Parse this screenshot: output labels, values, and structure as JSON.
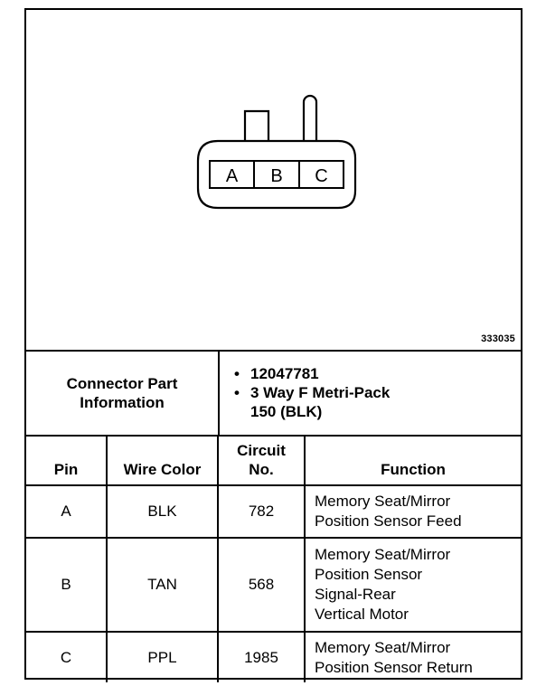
{
  "figure_number": "333035",
  "connector": {
    "pins": [
      "A",
      "B",
      "C"
    ]
  },
  "part_info": {
    "label_lines": [
      "Connector Part",
      "Information"
    ],
    "items": [
      [
        "12047781"
      ],
      [
        "3 Way F Metri-Pack",
        "150 (BLK)"
      ]
    ]
  },
  "table": {
    "headers": {
      "pin": "Pin",
      "wire_color": "Wire Color",
      "circuit_no": [
        "Circuit",
        "No."
      ],
      "function": "Function"
    },
    "rows": [
      {
        "pin": "A",
        "wire_color": "BLK",
        "circuit": "782",
        "function": [
          "Memory Seat/Mirror",
          "Position Sensor Feed"
        ]
      },
      {
        "pin": "B",
        "wire_color": "TAN",
        "circuit": "568",
        "function": [
          "Memory Seat/Mirror",
          "Position Sensor",
          "Signal-Rear",
          "Vertical Motor"
        ]
      },
      {
        "pin": "C",
        "wire_color": "PPL",
        "circuit": "1985",
        "function": [
          "Memory Seat/Mirror",
          "Position Sensor Return"
        ]
      }
    ]
  }
}
